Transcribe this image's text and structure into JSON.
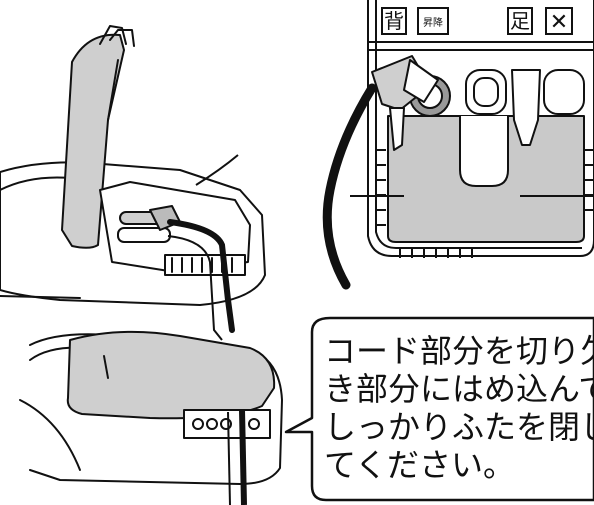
{
  "panel_labels": {
    "back": "背",
    "updown": "昇降",
    "foot": "足",
    "close_mark": "✕"
  },
  "note": {
    "lines": [
      "コード部分を切り欠",
      "き部分にはめ込んで",
      "しっかりふたを閉じ",
      "てください。"
    ]
  }
}
